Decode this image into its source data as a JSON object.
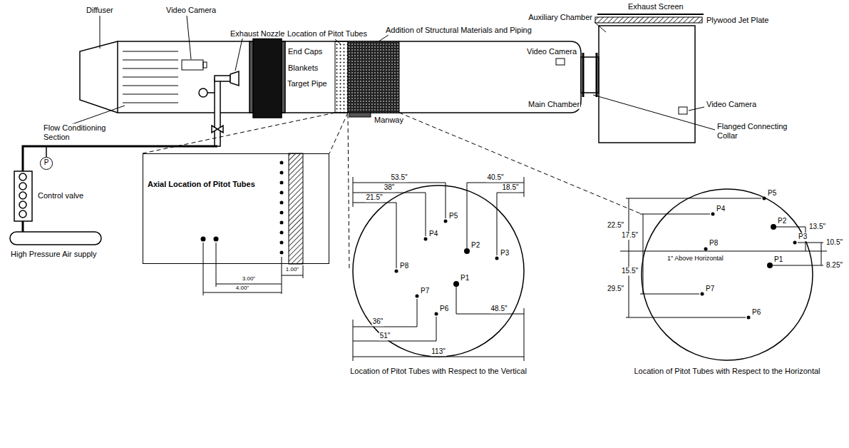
{
  "diagram": {
    "nodes": [
      {
        "text": [
          "Axial Location of Pitot Tubes"
        ]
      },
      {
        "text": [
          "P"
        ]
      }
    ],
    "labels": [
      "Exhaust Screen",
      "Plywood Jet Plate",
      "Auxiliary Chamber",
      "Diffuser",
      "Video Camera",
      "Exhaust Nozzle",
      "Location of Pitot Tubes",
      "Addition of Structural Materials and Piping",
      "End Caps",
      "Blankets",
      "Target Pipe",
      "Flow Conditioning Section",
      "Manway",
      "Main Chamber",
      "Video Camera",
      "Video Camera",
      "Flanged Connecting Collar",
      "Control valve",
      "High Pressure Air supply",
      "53.5\"",
      "38\"",
      "21.5\"",
      "40.5\"",
      "18.5\"",
      "P5",
      "P4",
      "P2",
      "P3",
      "P8",
      "P1",
      "P7",
      "P6",
      "48.5\"",
      "36\"",
      "51\"",
      "113\"",
      "Location of Pitot Tubes with Respect to the Vertical",
      "P5",
      "P4",
      "P2",
      "P3",
      "P8",
      "1\" Above Horizontal",
      "P1",
      "P7",
      "P6",
      "22.5\"",
      "17.5\"",
      "15.5\"",
      "29.5\"",
      "13.5\"",
      "10.5\"",
      "8.25\"",
      "Location of Pitot Tubes with Respect to the Horizontal",
      "1.00\"",
      "3.00\"",
      "4.00\""
    ]
  }
}
